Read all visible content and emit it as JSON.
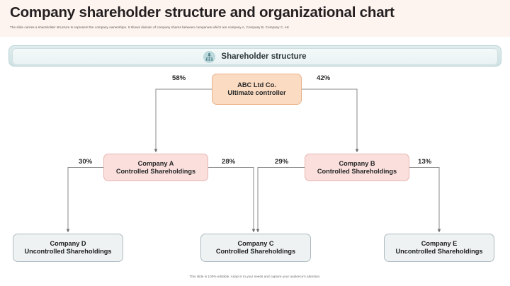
{
  "slide": {
    "title": "Company shareholder structure and organizational chart",
    "subtitle": "The slide carries a shareholder structure to represent the company ownerships. It shows division of company shares between companies which are company A, Company B, Company C, etc",
    "footer_note": "This slide is 100% editable. Adapt it to your needs and capture your audience's attention.",
    "background_color": "#fdf3ef"
  },
  "section": {
    "title": "Shareholder structure",
    "icon": "org-hierarchy-people-icon",
    "icon_color": "#bcdade",
    "bar_color": "#cfe2e4"
  },
  "chart_data": {
    "type": "diagram",
    "title": "Shareholder structure",
    "nodes": [
      {
        "id": "root",
        "line1": "ABC Ltd Co.",
        "line2": "Ultimate controller",
        "level": 0,
        "fill": "#fbdcc3",
        "border": "#e9b288"
      },
      {
        "id": "company-a",
        "line1": "Company A",
        "line2": "Controlled Shareholdings",
        "level": 1,
        "fill": "#fadfdd",
        "border": "#e7b6b3"
      },
      {
        "id": "company-b",
        "line1": "Company B",
        "line2": "Controlled Shareholdings",
        "level": 1,
        "fill": "#fadfdd",
        "border": "#e7b6b3"
      },
      {
        "id": "company-d",
        "line1": "Company D",
        "line2": "Uncontrolled Shareholdings",
        "level": 2,
        "fill": "#eef2f3",
        "border": "#aebbc0"
      },
      {
        "id": "company-c",
        "line1": "Company C",
        "line2": "Controlled Shareholdings",
        "level": 2,
        "fill": "#eef2f3",
        "border": "#aebbc0"
      },
      {
        "id": "company-e",
        "line1": "Company E",
        "line2": "Uncontrolled Shareholdings",
        "level": 2,
        "fill": "#eef2f3",
        "border": "#aebbc0"
      }
    ],
    "edges": [
      {
        "from": "root",
        "to": "company-a",
        "label": "58%"
      },
      {
        "from": "root",
        "to": "company-b",
        "label": "42%"
      },
      {
        "from": "company-a",
        "to": "company-d",
        "label": "30%"
      },
      {
        "from": "company-a",
        "to": "company-c",
        "label": "28%"
      },
      {
        "from": "company-b",
        "to": "company-c",
        "label": "29%"
      },
      {
        "from": "company-b",
        "to": "company-e",
        "label": "13%"
      }
    ]
  }
}
